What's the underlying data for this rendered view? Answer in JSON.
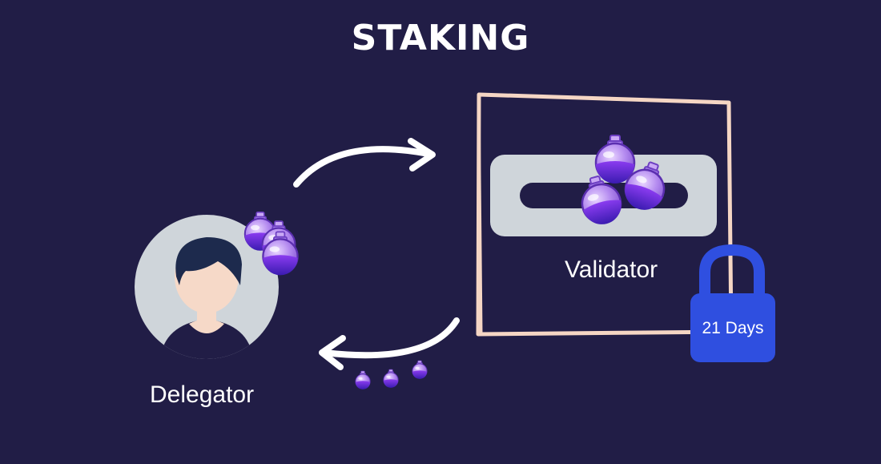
{
  "title": "STAKING",
  "validator": {
    "label": "Validator"
  },
  "delegator": {
    "label": "Delegator"
  },
  "lock": {
    "label": "21 Days"
  },
  "colors": {
    "background": "#211d46",
    "frame": "#f5d6c4",
    "slot": "#cfd5da",
    "lock": "#2f4fe0",
    "avatar_bg": "#cfd5da",
    "hair": "#1d2a4d",
    "skin": "#f6d9c8",
    "potion": "#7b2fd6"
  },
  "icons": [
    "person-avatar-icon",
    "potion-icon",
    "lock-icon",
    "arrow-icon"
  ]
}
